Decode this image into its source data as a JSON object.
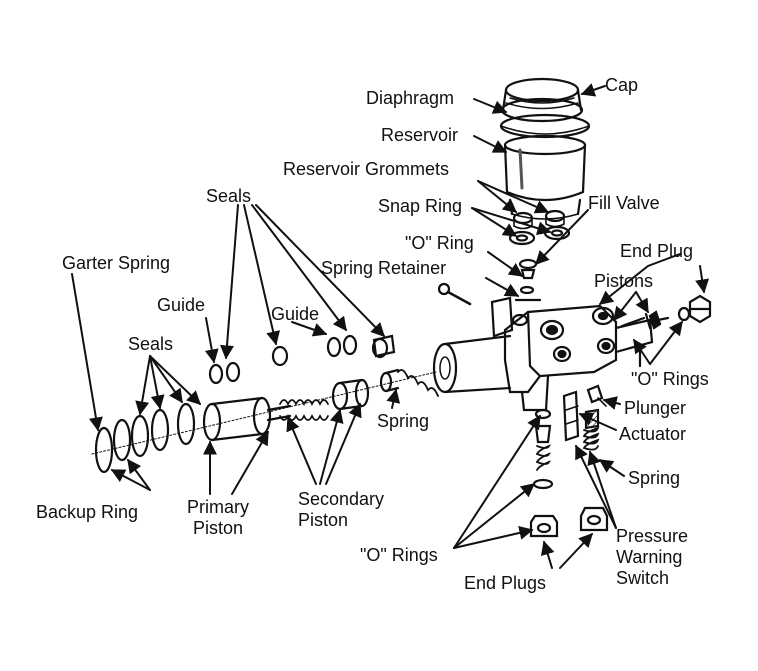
{
  "labels": {
    "cap": "Cap",
    "diaphragm": "Diaphragm",
    "reservoir": "Reservoir",
    "reservoir_grommets": "Reservoir Grommets",
    "snap_ring": "Snap Ring",
    "fill_valve": "Fill Valve",
    "o_ring": "\"O\" Ring",
    "end_plug": "End Plug",
    "spring_retainer": "Spring Retainer",
    "pistons": "Pistons",
    "seals_top": "Seals",
    "garter_spring": "Garter Spring",
    "guide_left": "Guide",
    "guide_right": "Guide",
    "seals_left": "Seals",
    "o_rings_right": "\"O\" Rings",
    "plunger": "Plunger",
    "actuator": "Actuator",
    "spring_mid": "Spring",
    "spring_right": "Spring",
    "backup_ring": "Backup Ring",
    "primary_piston_1": "Primary",
    "primary_piston_2": "Piston",
    "secondary_piston_1": "Secondary",
    "secondary_piston_2": "Piston",
    "pressure_warning_1": "Pressure",
    "pressure_warning_2": "Warning",
    "pressure_warning_3": "Switch",
    "o_rings_bottom": "\"O\" Rings",
    "end_plugs": "End Plugs"
  },
  "colors": {
    "ink": "#111111",
    "paper": "#ffffff",
    "shade": "#555555"
  }
}
